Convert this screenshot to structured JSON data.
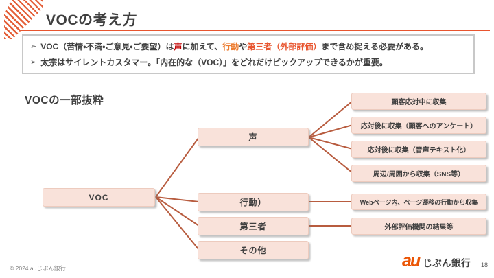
{
  "page": {
    "title": "VOCの考え方",
    "copyright": "© 2024 auじぶん銀行",
    "page_number": "18",
    "logo": {
      "au": "au",
      "bank": "じぶん銀行"
    }
  },
  "summary": {
    "bullets": [
      {
        "marker": "➢",
        "segments": [
          {
            "text": "VOC（苦情・不満・ご意見・ご要望）は",
            "color": "default"
          },
          {
            "text": "声",
            "color": "#C00000"
          },
          {
            "text": "に加えて、",
            "color": "default"
          },
          {
            "text": "行動",
            "color": "#ED7D31"
          },
          {
            "text": "や",
            "color": "default"
          },
          {
            "text": "第三者（外部評価）",
            "color": "#E8552F"
          },
          {
            "text": "まで含め捉える必要がある。",
            "color": "default"
          }
        ]
      },
      {
        "marker": "➢",
        "segments": [
          {
            "text": "太宗はサイレントカスタマー。「内在的な（VOC）」をどれだけピックアップできるかが重要。",
            "color": "default"
          }
        ]
      }
    ]
  },
  "diagram": {
    "heading": "VOCの一部抜粋",
    "root": "VOC",
    "level1": [
      "声",
      "行動）",
      "第三者",
      "その他"
    ],
    "voice_leaves": [
      "顧客応対中に収集",
      "応対後に収集（顧客へのアンケート）",
      "応対後に収集（音声テキスト化）",
      "周辺/周囲から収集（SNS等）"
    ],
    "action_leaf": "Webページ内、ページ遷移の行動から収集",
    "third_party_leaf": "外部評価機関の結果等"
  },
  "colors": {
    "accent_rule": "#E8552F",
    "voice_text": "#C00000",
    "action_text": "#ED7D31",
    "third_text": "#E8552F",
    "connector_line": "#B85C3F",
    "node_fill": "#F9E2DA",
    "node_border": "#EDCBBE",
    "au_brand_orange": "#EB5505"
  }
}
